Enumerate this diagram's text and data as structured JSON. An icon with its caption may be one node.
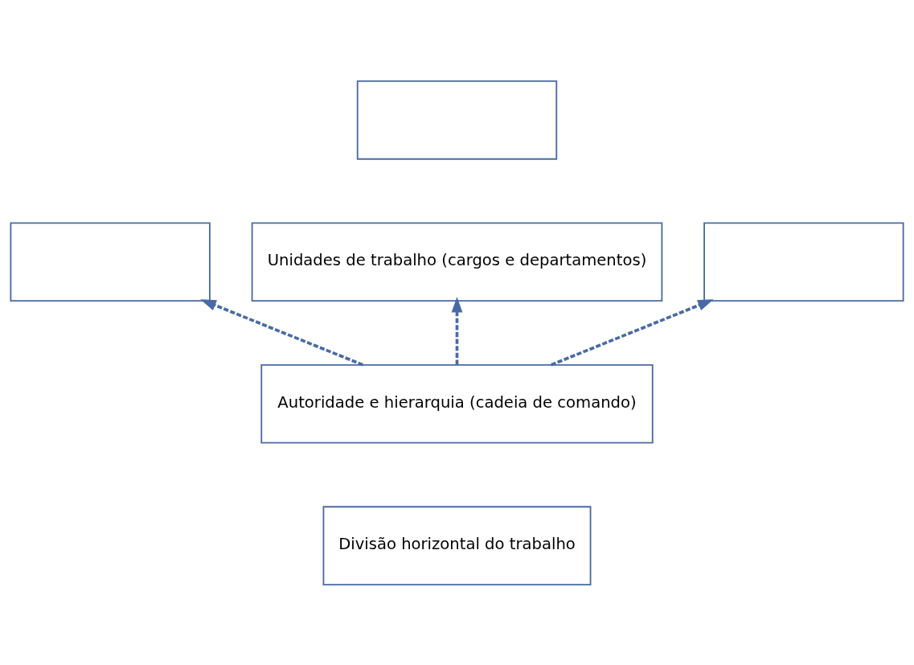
{
  "diagram": {
    "nodes": [
      {
        "text": [],
        "shape": "box"
      },
      {
        "text": [],
        "shape": "box"
      },
      {
        "text": [
          "Unidades de trabalho (cargos e departamentos)"
        ]
      },
      {
        "text": [],
        "shape": "box"
      },
      {
        "text": [
          "Autoridade e hierarquia (cadeia de comando)"
        ]
      },
      {
        "text": [
          "Divisão horizontal do trabalho"
        ]
      }
    ],
    "edges": [
      {
        "from": 4,
        "to": 1,
        "arrow": "to",
        "style": "dashed"
      },
      {
        "from": 4,
        "to": 2,
        "arrow": "to",
        "style": "dashed"
      },
      {
        "from": 4,
        "to": 3,
        "arrow": "to",
        "style": "dashed"
      }
    ]
  }
}
